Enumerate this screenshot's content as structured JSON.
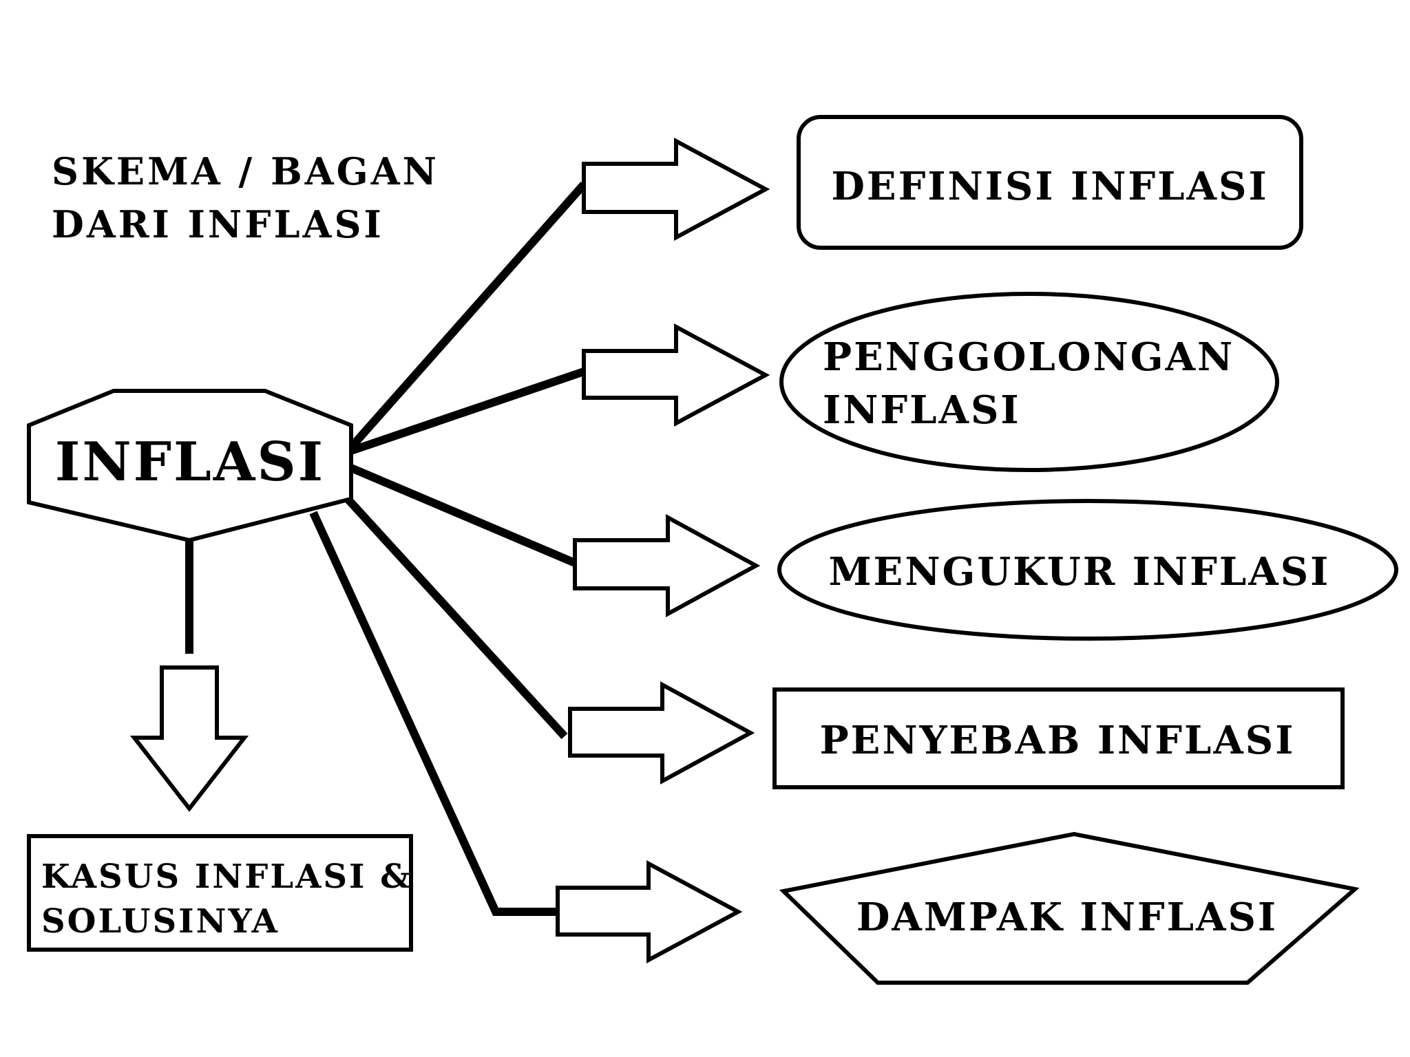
{
  "title": {
    "line1": "SKEMA / BAGAN",
    "line2": "DARI INFLASI"
  },
  "center_node": {
    "label": "INFLASI",
    "shape": "hexagon"
  },
  "branches": [
    {
      "id": "definisi",
      "label_lines": [
        "DEFINISI INFLASI"
      ],
      "shape": "rounded-rectangle"
    },
    {
      "id": "penggolongan",
      "label_lines": [
        "PENGGOLONGAN",
        "INFLASI"
      ],
      "shape": "ellipse"
    },
    {
      "id": "mengukur",
      "label_lines": [
        "MENGUKUR INFLASI"
      ],
      "shape": "ellipse"
    },
    {
      "id": "penyebab",
      "label_lines": [
        "PENYEBAB INFLASI"
      ],
      "shape": "rectangle"
    },
    {
      "id": "dampak",
      "label_lines": [
        "DAMPAK INFLASI"
      ],
      "shape": "pentagon"
    },
    {
      "id": "kasus",
      "label_lines": [
        "KASUS INFLASI &",
        "SOLUSINYA"
      ],
      "shape": "rectangle"
    }
  ],
  "colors": {
    "stroke": "#000000",
    "fill": "#ffffff",
    "background": "#ffffff"
  }
}
